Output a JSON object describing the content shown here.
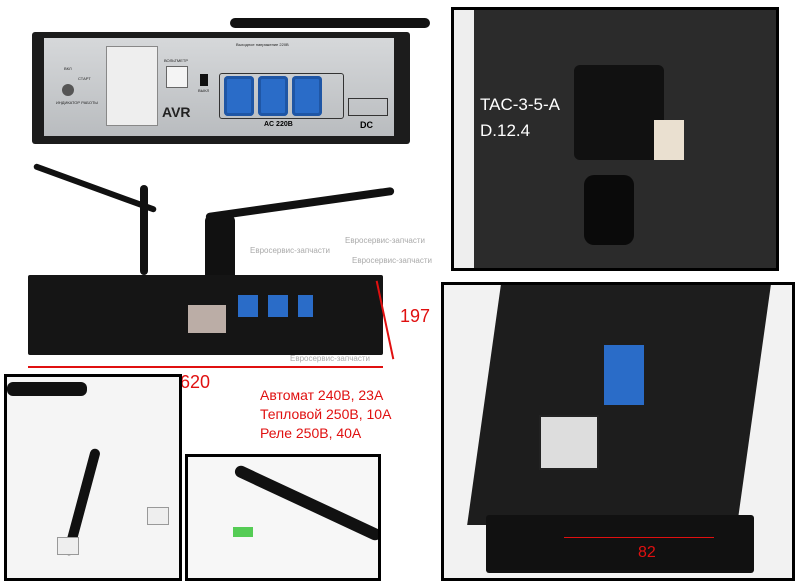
{
  "panel": {
    "brand": "AVR",
    "ac_label": "AC 220B",
    "dc_label": "DC",
    "voltmeter_label": "ВОЛЬТМЕТР",
    "indicator_label": "ИНДИКАТОР РАБОТЫ",
    "on_label": "ВКЛ",
    "off_label": "ВЫКЛ",
    "start_label": "СТАРТ",
    "output_label": "Выходное напряжение 220В"
  },
  "dimensions": {
    "length": "620",
    "height": "197",
    "bracket": "82"
  },
  "specs": [
    "Автомат 240В, 23А",
    "Тепловой 250В, 10А",
    "Реле 250В, 40А"
  ],
  "inset_label": "TAC-3-5-AD.12.4",
  "watermark": "Евросервис-запчасти",
  "colors": {
    "accent": "#e01010",
    "socket": "#2a6cc8"
  }
}
